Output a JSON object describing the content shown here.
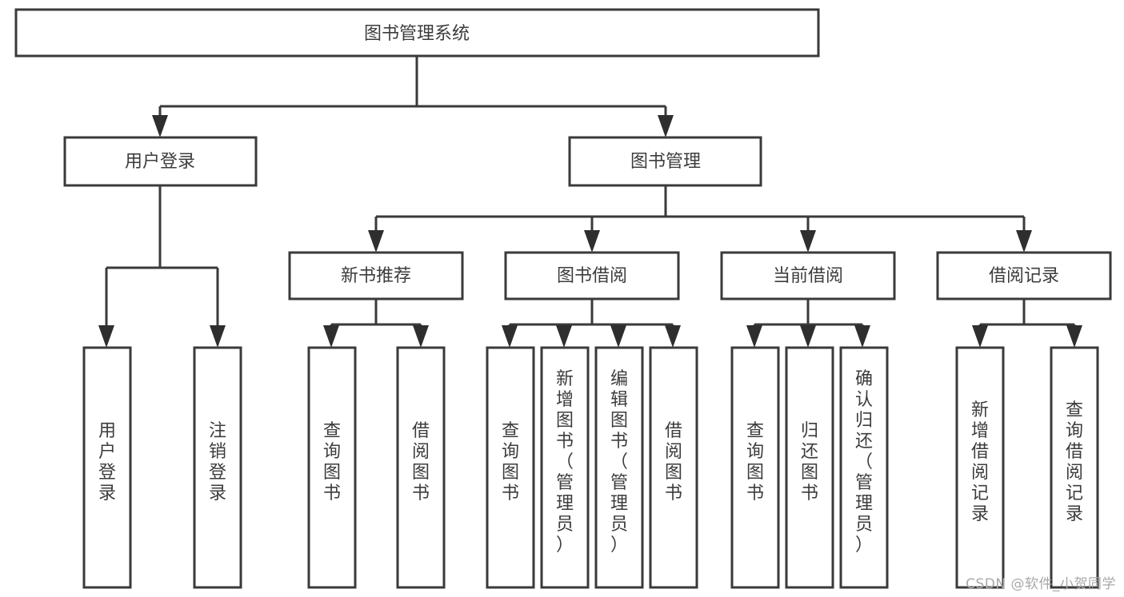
{
  "diagram": {
    "type": "tree",
    "title": "图书管理系统",
    "orientation": "top-down",
    "root": {
      "id": "root",
      "label": "图书管理系统"
    },
    "level1": [
      {
        "id": "user-login",
        "label": "用户登录"
      },
      {
        "id": "book-manage",
        "label": "图书管理"
      }
    ],
    "level2": [
      {
        "id": "new-book-recommend",
        "label": "新书推荐",
        "parent": "book-manage"
      },
      {
        "id": "book-borrow",
        "label": "图书借阅",
        "parent": "book-manage"
      },
      {
        "id": "current-borrow",
        "label": "当前借阅",
        "parent": "book-manage"
      },
      {
        "id": "borrow-record",
        "label": "借阅记录",
        "parent": "book-manage"
      }
    ],
    "leaves": [
      {
        "id": "leaf-user-login",
        "label": "用户登录",
        "parent": "user-login"
      },
      {
        "id": "leaf-logout-login",
        "label": "注销登录",
        "parent": "user-login"
      },
      {
        "id": "leaf-query-book-1",
        "label": "查询图书",
        "parent": "new-book-recommend"
      },
      {
        "id": "leaf-borrow-book-1",
        "label": "借阅图书",
        "parent": "new-book-recommend"
      },
      {
        "id": "leaf-query-book-2",
        "label": "查询图书",
        "parent": "book-borrow"
      },
      {
        "id": "leaf-add-book",
        "label": "新增图书（管理员）",
        "parent": "book-borrow"
      },
      {
        "id": "leaf-edit-book",
        "label": "编辑图书（管理员）",
        "parent": "book-borrow"
      },
      {
        "id": "leaf-borrow-book-2",
        "label": "借阅图书",
        "parent": "book-borrow"
      },
      {
        "id": "leaf-query-book-3",
        "label": "查询图书",
        "parent": "current-borrow"
      },
      {
        "id": "leaf-return-book",
        "label": "归还图书",
        "parent": "current-borrow"
      },
      {
        "id": "leaf-confirm-return",
        "label": "确认归还（管理员）",
        "parent": "current-borrow"
      },
      {
        "id": "leaf-add-record",
        "label": "新增借阅记录",
        "parent": "borrow-record"
      },
      {
        "id": "leaf-query-record",
        "label": "查询借阅记录",
        "parent": "borrow-record"
      }
    ],
    "colors": {
      "box_fill": "#ffffff",
      "box_stroke": "#3a3a3a",
      "text": "#3c3c3c",
      "connector": "#3a3a3a",
      "watermark": "#a9a9a9",
      "background": "#ffffff"
    }
  },
  "watermark": {
    "text": "CSDN @软件_小贺同学"
  }
}
